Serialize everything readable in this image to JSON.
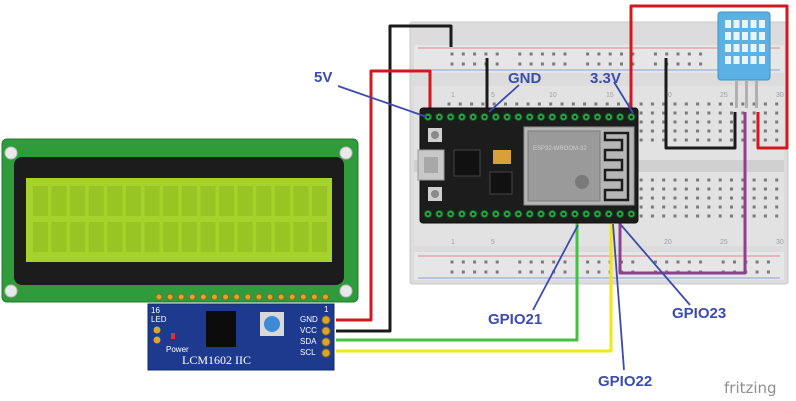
{
  "labels": {
    "v5": "5V",
    "gnd": "GND",
    "v33": "3.3V",
    "gpio21": "GPIO21",
    "gpio22": "GPIO22",
    "gpio23": "GPIO23"
  },
  "i2c_module": {
    "name": "LCM1602 IIC",
    "pin_index_top": "1",
    "pin_index_left": "16",
    "led_label": "LED",
    "power_label": "Power",
    "pins": [
      "GND",
      "VCC",
      "SDA",
      "SCL"
    ]
  },
  "breadboard": {
    "column_numbers": [
      "1",
      "5",
      "10",
      "15",
      "20",
      "25",
      "30"
    ]
  },
  "esp32": {
    "chip_text": "ESP32-WROOM-32"
  },
  "brand": {
    "name": "fritzing"
  },
  "colors": {
    "label_blue": "#3b4bb0",
    "wire_red": "#d0181e",
    "wire_black": "#1a1a1a",
    "wire_green": "#3ec43e",
    "wire_yellow": "#f2e614",
    "wire_purple": "#8e3f8e",
    "lcd_pcb": "#2f9b3a",
    "lcd_screen": "#a6d22c",
    "i2c_board": "#1d3a8f"
  }
}
